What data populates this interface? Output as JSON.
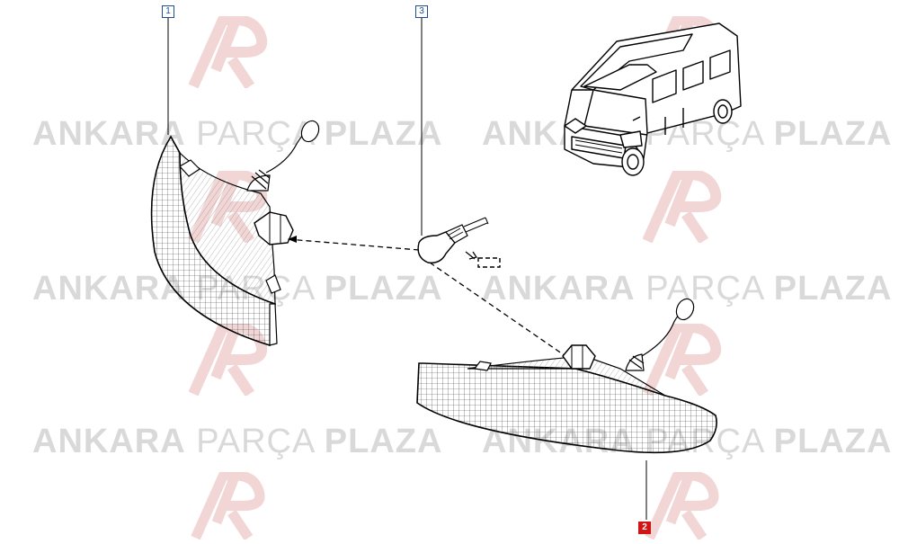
{
  "watermark": {
    "word_bold_1": "ANKARA",
    "word_light": "PARÇA",
    "word_bold_2": "PLAZA",
    "logo_letters": "AP",
    "color_text": "#d9d9d9",
    "color_logo": "#f2d6d6"
  },
  "callouts": {
    "part_1": "1",
    "part_2": "2",
    "part_3": "3"
  },
  "colors": {
    "callout_border": "#1f4f8f",
    "callout_active": "#d21414",
    "line_art": "#000000"
  }
}
